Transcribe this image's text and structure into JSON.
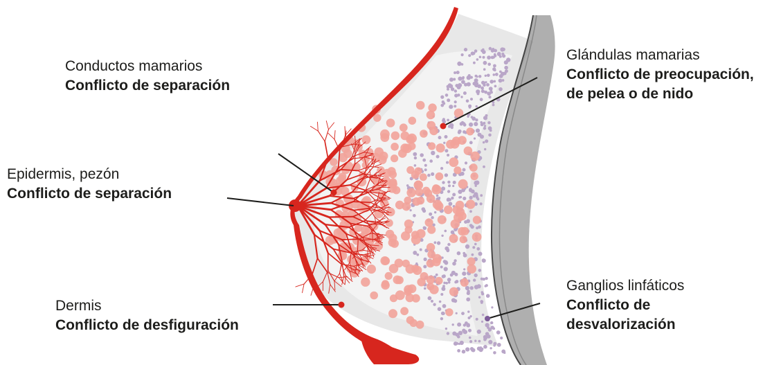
{
  "labels": {
    "conductos": {
      "name": "Conductos mamarios",
      "conflict": "Conflicto de separación"
    },
    "glandulas": {
      "name": "Glándulas mamarias",
      "conflict_line1": "Conflicto de preocupación,",
      "conflict_line2": "de pelea o de nido"
    },
    "epidermis": {
      "name": "Epidermis, pezón",
      "conflict": "Conflicto de separación"
    },
    "dermis": {
      "name": "Dermis",
      "conflict": "Conflicto de desfiguración"
    },
    "ganglios": {
      "name": "Ganglios linfáticos",
      "conflict_line1": "Conflicto de",
      "conflict_line2": "desvalorización"
    }
  },
  "colors": {
    "ducts": "#d7261e",
    "lobules": "#f2a39a",
    "lymph": "#b9a6c8",
    "tissue": "#e4e4e4",
    "chest_wall": "#555555",
    "leader_line": "#1d1d1b"
  }
}
